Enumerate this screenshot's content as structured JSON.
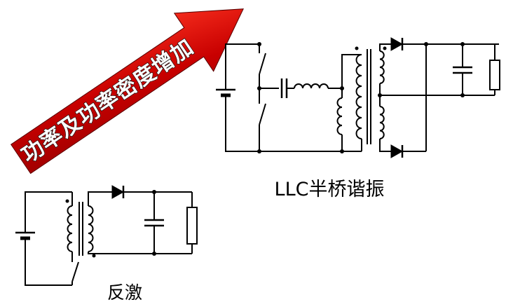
{
  "arrow": {
    "label": "功率及功率密度增加",
    "gradient": {
      "start": "#960000",
      "mid": "#c80000",
      "end": "#ff3522"
    },
    "outline_color": "#5a0000",
    "text_color": "#ffffff"
  },
  "circuits": {
    "llc": {
      "label": "LLC半桥谐振"
    },
    "flyback": {
      "label": "反激"
    }
  },
  "style": {
    "background": "#ffffff",
    "line_color": "#000000"
  }
}
